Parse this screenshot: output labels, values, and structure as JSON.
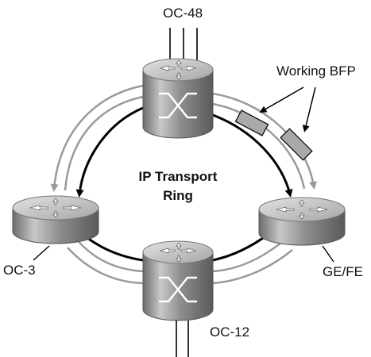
{
  "labels": {
    "top_interface": "OC-48",
    "working_bfp": "Working BFP",
    "center_line1": "IP Transport",
    "center_line2": "Ring",
    "left_interface": "OC-3",
    "right_interface": "GE/FE",
    "bottom_interface": "OC-12"
  },
  "colors": {
    "outer_ring": "#9a9a9a",
    "inner_ring": "#000000",
    "router_body": "#a8a8a8",
    "router_top": "#d0d0d0"
  },
  "icons": {
    "top": "router-switch-icon",
    "left": "router-icon",
    "right": "router-icon",
    "bottom": "router-switch-icon"
  }
}
